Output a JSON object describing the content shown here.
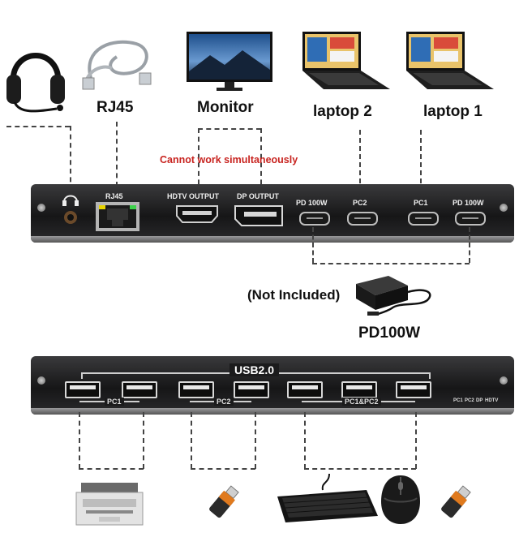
{
  "devices_top": {
    "rj45": "RJ45",
    "monitor": "Monitor",
    "laptop2": "laptop 2",
    "laptop1": "laptop 1"
  },
  "warning": "Cannot work simultaneously",
  "front_panel": {
    "rj45": "RJ45",
    "hdtv_output": "HDTV OUTPUT",
    "dp_output": "DP OUTPUT",
    "pd_left": "PD 100W",
    "pc2": "PC2",
    "pc1": "PC1",
    "pd_right": "PD 100W"
  },
  "power_adapter": {
    "note": "(Not Included)",
    "label": "PD100W"
  },
  "rear_panel": {
    "usb_title": "USB2.0",
    "group1": "PC1",
    "group2": "PC2",
    "group3": "PC1&PC2",
    "leds": [
      "PC1",
      "PC2",
      "DP",
      "HDTV"
    ]
  },
  "colors": {
    "warning": "#c8231f",
    "panel": "#1a1a1b",
    "dash": "#444444"
  },
  "icons": [
    "headset-icon",
    "ethernet-cable-icon",
    "monitor-icon",
    "laptop-icon",
    "laptop-icon",
    "power-adapter-icon",
    "printer-icon",
    "usb-drive-icon",
    "keyboard-icon",
    "mouse-icon",
    "usb-drive-icon"
  ]
}
